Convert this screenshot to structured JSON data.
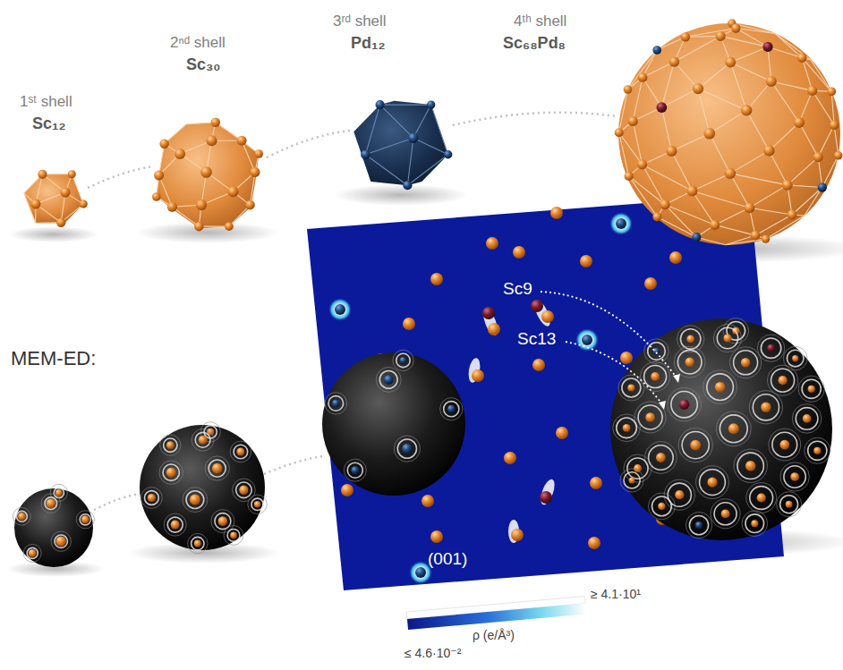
{
  "diagram": {
    "labels": [
      "1ˢᵗ shell",
      "Sc₁₂",
      "2ⁿᵈ shell",
      "Sc₃₀",
      "3ʳᵈ shell",
      "Pd₁₂",
      "4ᵗʰ shell",
      "Sc₆₈Pd₈",
      "MEM-ED:",
      "Sc9",
      "Sc13",
      "(001)",
      "≥ 4.1·10¹",
      "ρ (e/Å³)",
      "≤ 4.6·10⁻²"
    ]
  }
}
